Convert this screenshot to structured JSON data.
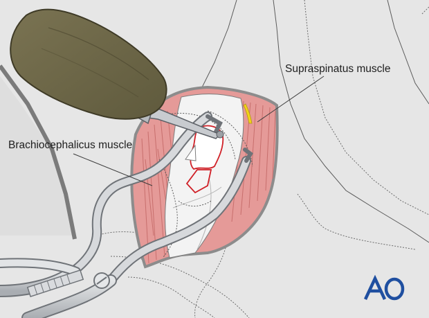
{
  "labels": {
    "supraspinatus": "Supraspinatus muscle",
    "brachiocephalicus": "Brachiocephalicus muscle"
  },
  "logo": {
    "text": "AO",
    "color": "#1f4fa0"
  },
  "colors": {
    "background": "#e6e6e6",
    "muscle": "#e59a98",
    "muscle_fibers": "#c46a68",
    "fascia": "#f3f3f3",
    "bone_outline": "#d01f26",
    "instrument": "#c8cbcf",
    "instrument_dark": "#6f7378",
    "bur_handle": "#6b6546",
    "tendon": "#f2d21a"
  }
}
